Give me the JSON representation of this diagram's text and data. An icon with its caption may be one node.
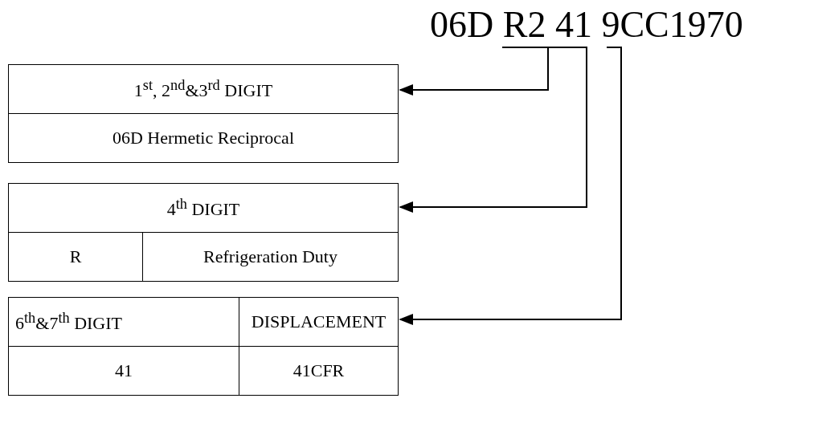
{
  "diagram": {
    "nodes": [
      {
        "text": [
          "06D R2 41 9CC1970"
        ]
      },
      {
        "text": [
          "1$^{st}$, 2$^{nd}$&3$^{rd}$ DIGIT",
          "06D Hermetic Reciprocal"
        ]
      },
      {
        "text": [
          "4$^{th}$ DIGIT",
          "R",
          "Refrigeration Duty"
        ]
      },
      {
        "text": [
          "6$^{th}$&7$^{th}$ DIGIT",
          "DISPLACEMENT",
          "41",
          "41CFR"
        ]
      }
    ],
    "edges": [
      {
        "from": 0,
        "to": 1,
        "arrow": "to"
      },
      {
        "from": 0,
        "to": 2,
        "arrow": "to"
      },
      {
        "from": 0,
        "to": 3,
        "arrow": "to"
      }
    ]
  }
}
